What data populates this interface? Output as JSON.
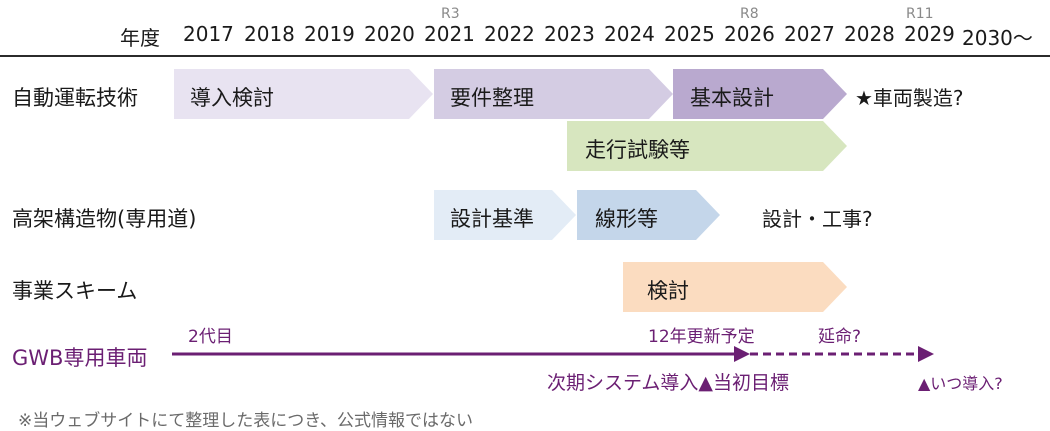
{
  "header": {
    "year_heading": "年度",
    "years": [
      "2017",
      "2018",
      "2019",
      "2020",
      "2021",
      "2022",
      "2023",
      "2024",
      "2025",
      "2026",
      "2027",
      "2028",
      "2029",
      "2030〜"
    ],
    "eras": [
      {
        "label": "R3"
      },
      {
        "label": "R8"
      },
      {
        "label": "R11"
      }
    ]
  },
  "rows": {
    "auto_driving": "自動運転技術",
    "elevated": "高架構造物(専用道)",
    "business": "事業スキーム",
    "gwb": "GWB専用車両"
  },
  "bars": {
    "intro_study": "導入検討",
    "requirements": "要件整理",
    "basic_design": "基本設計",
    "running_tests": "走行試験等",
    "design_standard": "設計基準",
    "alignment": "線形等",
    "study": "検討"
  },
  "texts": {
    "vehicle_manufacture": "★車両製造?",
    "design_construction": "設計・工事?",
    "second_gen": "2代目",
    "renewal_plan": "12年更新予定",
    "life_extension": "延命?",
    "next_system": "次期システム導入▲当初目標",
    "when_intro": "▲いつ導入?"
  },
  "note": "※当ウェブサイトにて整理した表につき、公式情報ではない",
  "colors": {
    "lavender_light": "#e8e3f1",
    "lavender_mid": "#d4cce3",
    "lavender_dark": "#b9a9cf",
    "green": "#d7e6bf",
    "blue_light": "#e3ecf6",
    "blue_mid": "#c4d6ea",
    "peach": "#fbdcc0",
    "purple": "#6b1f73"
  }
}
